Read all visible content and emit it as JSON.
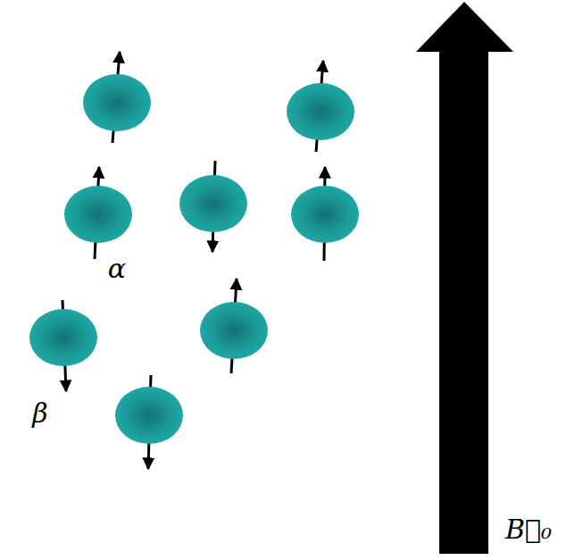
{
  "diagram": {
    "labels": [
      "α",
      "β",
      "B⃗₀"
    ]
  }
}
